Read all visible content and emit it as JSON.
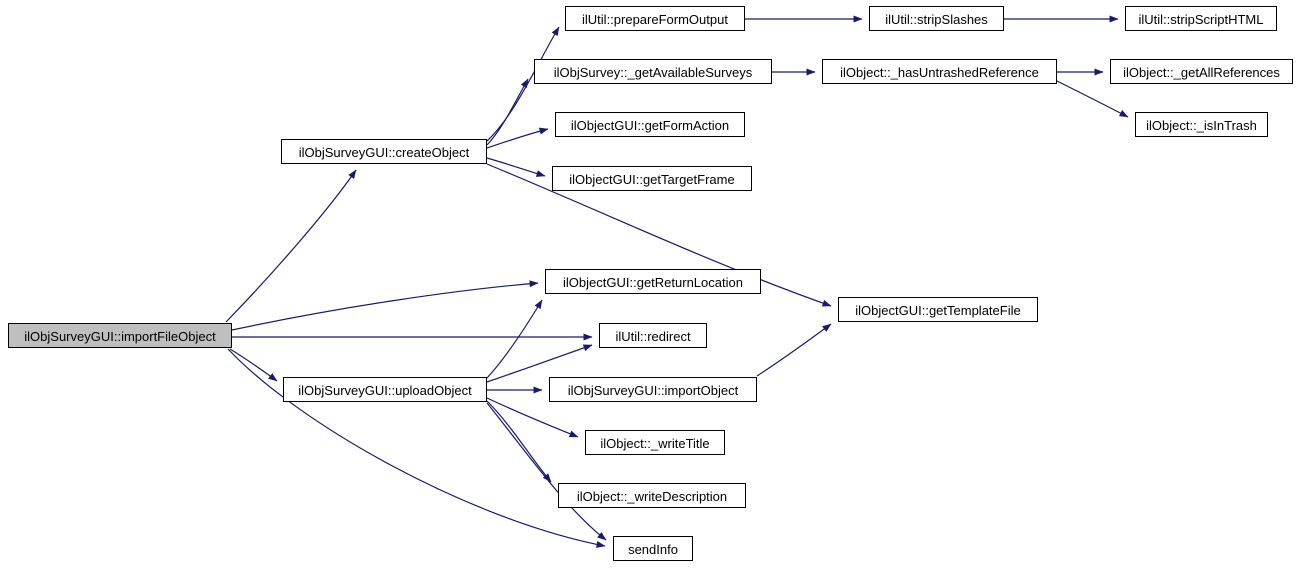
{
  "diagram": {
    "type": "call-graph",
    "edge_color": "#191970",
    "node_fill": "#ffffff",
    "node_border_color": "#000000",
    "highlight_fill": "#bfbfbf",
    "nodes": [
      {
        "id": "importFileObject",
        "label": "ilObjSurveyGUI::importFileObject",
        "highlighted": true
      },
      {
        "id": "createObject",
        "label": "ilObjSurveyGUI::createObject",
        "highlighted": false
      },
      {
        "id": "prepareFormOutput",
        "label": "ilUtil::prepareFormOutput",
        "highlighted": false
      },
      {
        "id": "stripSlashes",
        "label": "ilUtil::stripSlashes",
        "highlighted": false
      },
      {
        "id": "stripScriptHTML",
        "label": "ilUtil::stripScriptHTML",
        "highlighted": false
      },
      {
        "id": "getAvailableSurveys",
        "label": "ilObjSurvey::_getAvailableSurveys",
        "highlighted": false
      },
      {
        "id": "hasUntrashedReference",
        "label": "ilObject::_hasUntrashedReference",
        "highlighted": false
      },
      {
        "id": "getAllReferences",
        "label": "ilObject::_getAllReferences",
        "highlighted": false
      },
      {
        "id": "isInTrash",
        "label": "ilObject::_isInTrash",
        "highlighted": false
      },
      {
        "id": "getFormAction",
        "label": "ilObjectGUI::getFormAction",
        "highlighted": false
      },
      {
        "id": "getTargetFrame",
        "label": "ilObjectGUI::getTargetFrame",
        "highlighted": false
      },
      {
        "id": "getReturnLocation",
        "label": "ilObjectGUI::getReturnLocation",
        "highlighted": false
      },
      {
        "id": "redirect",
        "label": "ilUtil::redirect",
        "highlighted": false
      },
      {
        "id": "getTemplateFile",
        "label": "ilObjectGUI::getTemplateFile",
        "highlighted": false
      },
      {
        "id": "uploadObject",
        "label": "ilObjSurveyGUI::uploadObject",
        "highlighted": false
      },
      {
        "id": "importObject",
        "label": "ilObjSurveyGUI::importObject",
        "highlighted": false
      },
      {
        "id": "writeTitle",
        "label": "ilObject::_writeTitle",
        "highlighted": false
      },
      {
        "id": "writeDescription",
        "label": "ilObject::_writeDescription",
        "highlighted": false
      },
      {
        "id": "sendInfo",
        "label": "sendInfo",
        "highlighted": false
      }
    ],
    "edges": [
      {
        "from": "importFileObject",
        "to": "createObject"
      },
      {
        "from": "importFileObject",
        "to": "getReturnLocation"
      },
      {
        "from": "importFileObject",
        "to": "redirect"
      },
      {
        "from": "importFileObject",
        "to": "uploadObject"
      },
      {
        "from": "importFileObject",
        "to": "sendInfo"
      },
      {
        "from": "createObject",
        "to": "prepareFormOutput"
      },
      {
        "from": "createObject",
        "to": "getAvailableSurveys"
      },
      {
        "from": "createObject",
        "to": "getFormAction"
      },
      {
        "from": "createObject",
        "to": "getTargetFrame"
      },
      {
        "from": "createObject",
        "to": "getTemplateFile"
      },
      {
        "from": "prepareFormOutput",
        "to": "stripSlashes"
      },
      {
        "from": "stripSlashes",
        "to": "stripScriptHTML"
      },
      {
        "from": "getAvailableSurveys",
        "to": "hasUntrashedReference"
      },
      {
        "from": "hasUntrashedReference",
        "to": "getAllReferences"
      },
      {
        "from": "hasUntrashedReference",
        "to": "isInTrash"
      },
      {
        "from": "uploadObject",
        "to": "getReturnLocation"
      },
      {
        "from": "uploadObject",
        "to": "redirect"
      },
      {
        "from": "uploadObject",
        "to": "importObject"
      },
      {
        "from": "uploadObject",
        "to": "writeTitle"
      },
      {
        "from": "uploadObject",
        "to": "writeDescription"
      },
      {
        "from": "uploadObject",
        "to": "sendInfo"
      },
      {
        "from": "importObject",
        "to": "getTemplateFile"
      }
    ]
  }
}
